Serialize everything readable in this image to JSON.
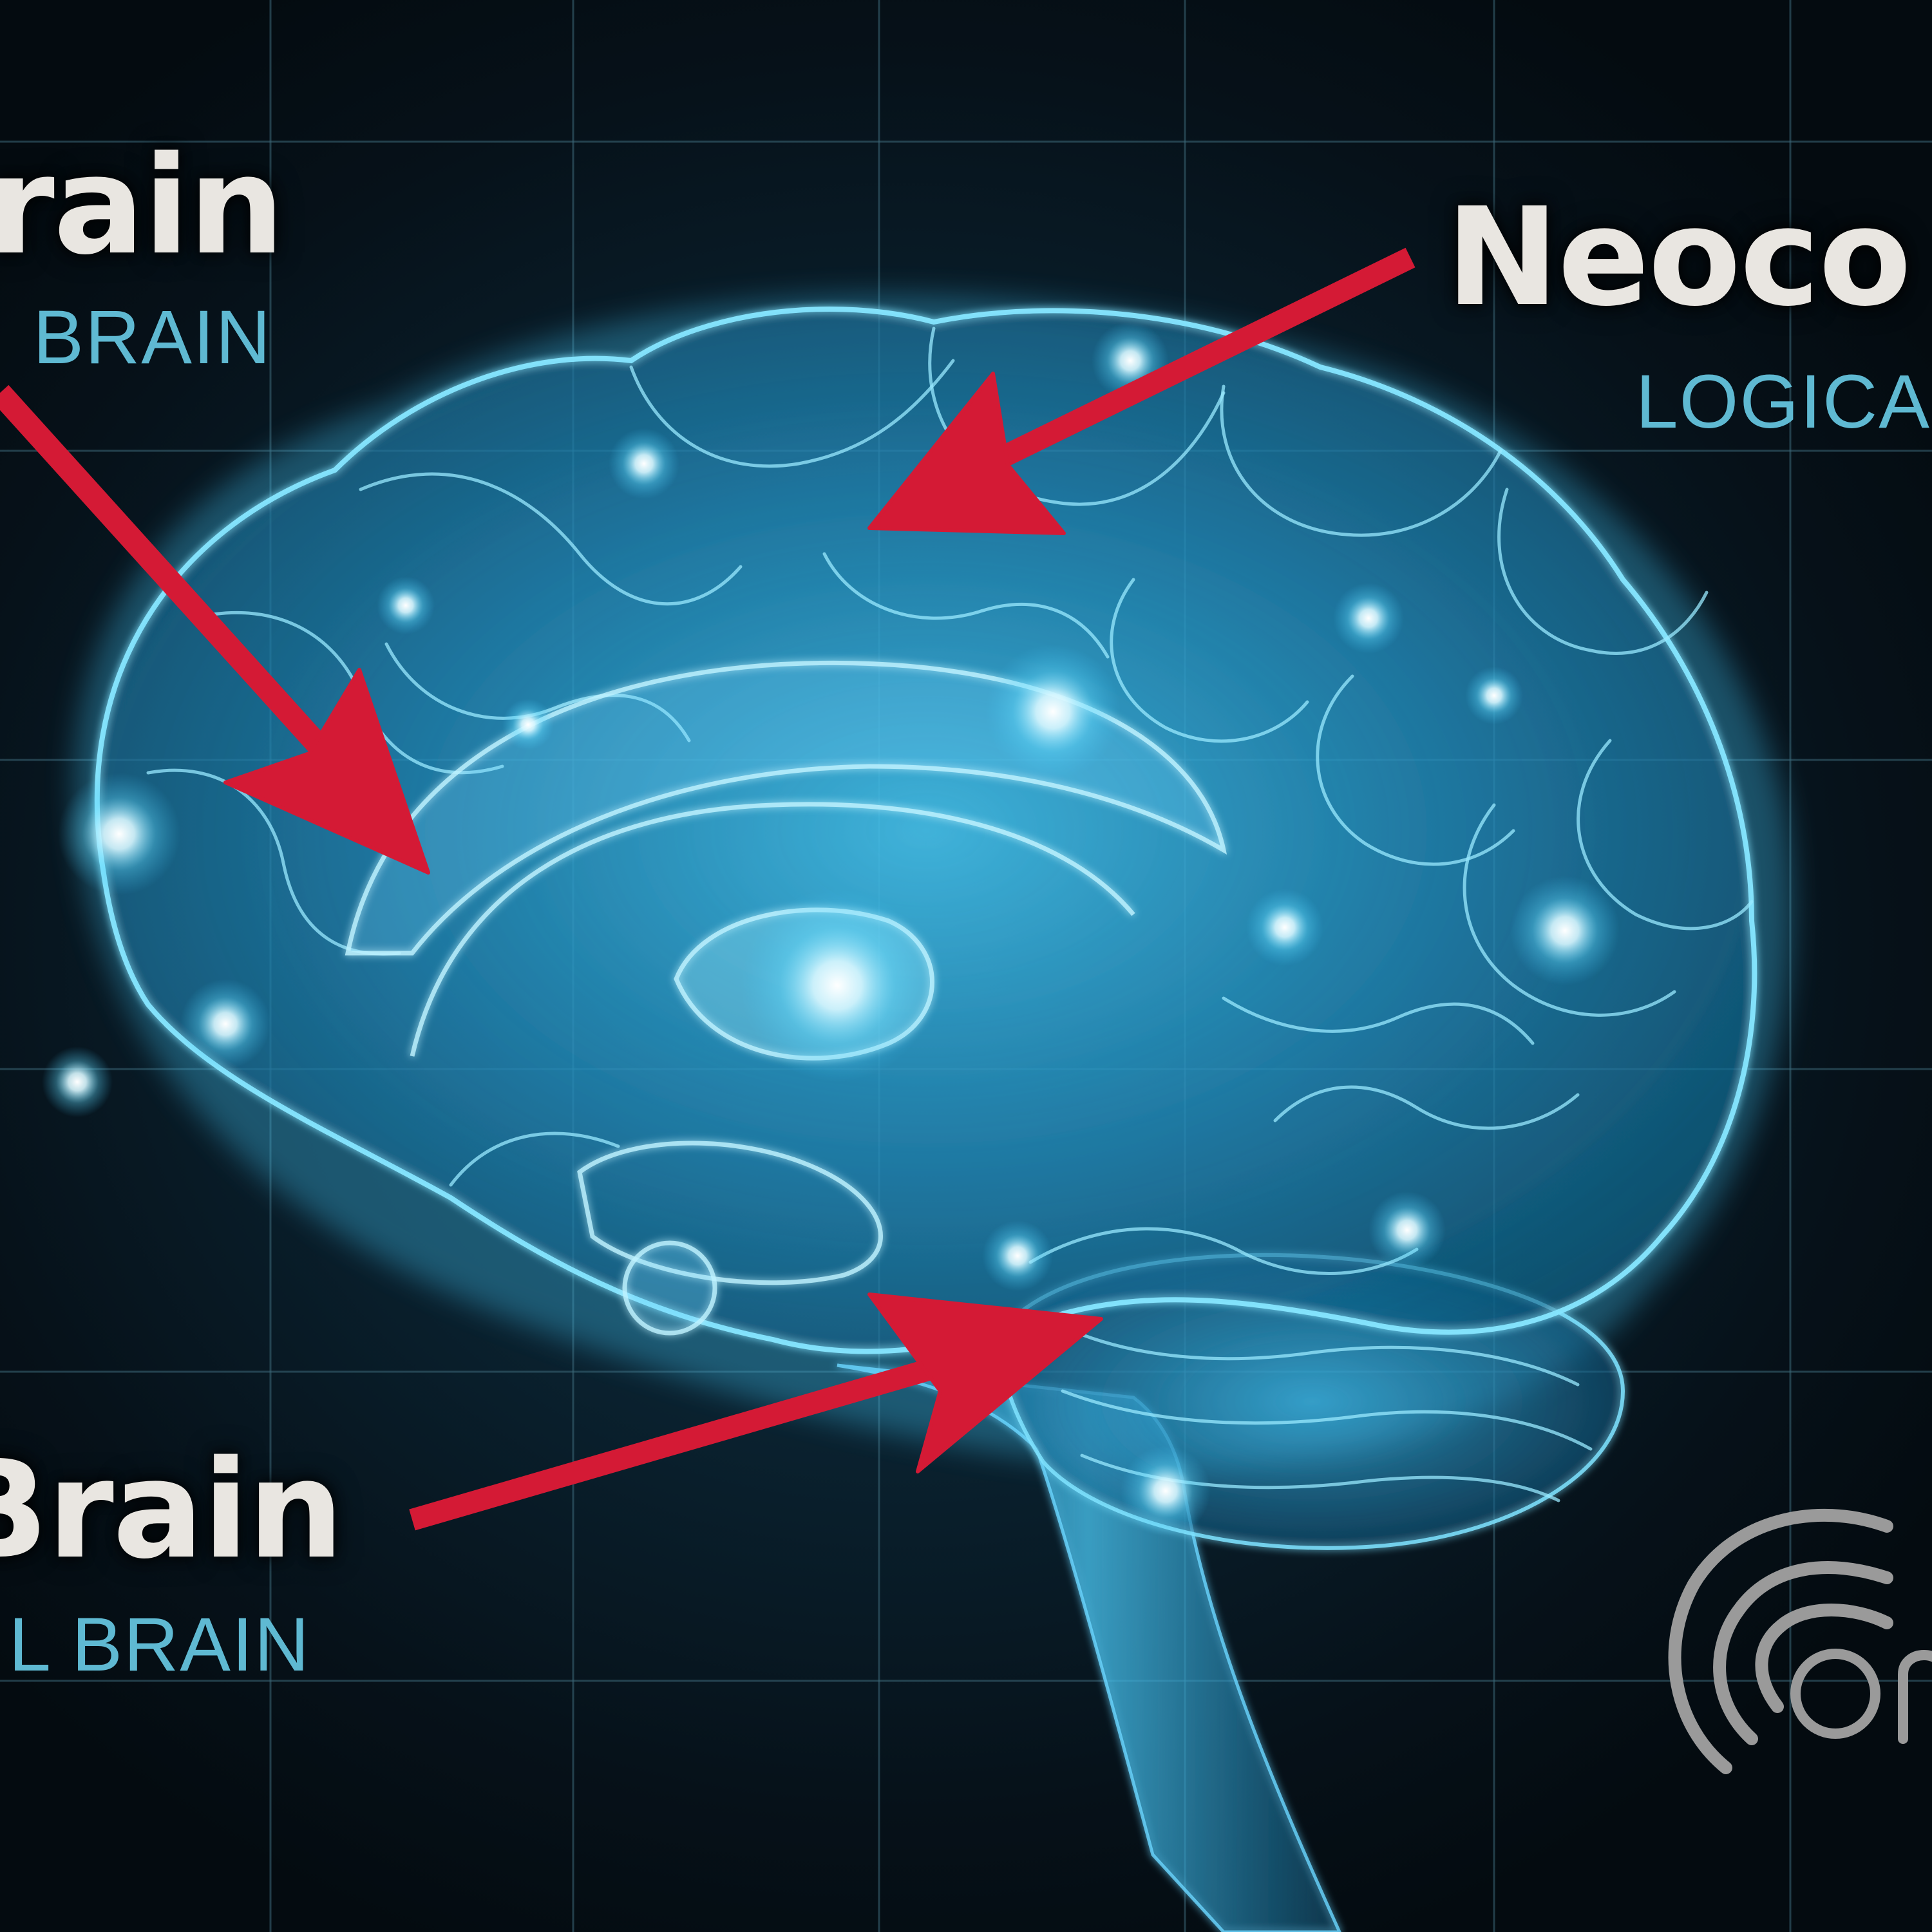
{
  "labels": {
    "limbic": {
      "title": "Brain",
      "visible_title": "rain",
      "subtitle": "BRAIN"
    },
    "neocortex": {
      "title": "Neoco",
      "subtitle": "LOGICA"
    },
    "reptilian": {
      "title": "Brain",
      "subtitle": "L BRAIN"
    }
  },
  "logo": {
    "text": "ON"
  },
  "colors": {
    "background": "#061018",
    "glow": "#6fe3ff",
    "brain_line": "#5cd0f5",
    "arrow": "#d41a35",
    "title_text": "#e9e6e1",
    "subtitle_text": "#5fb9d2",
    "grid": "#3d6878",
    "logo": "#9a9a9a"
  }
}
